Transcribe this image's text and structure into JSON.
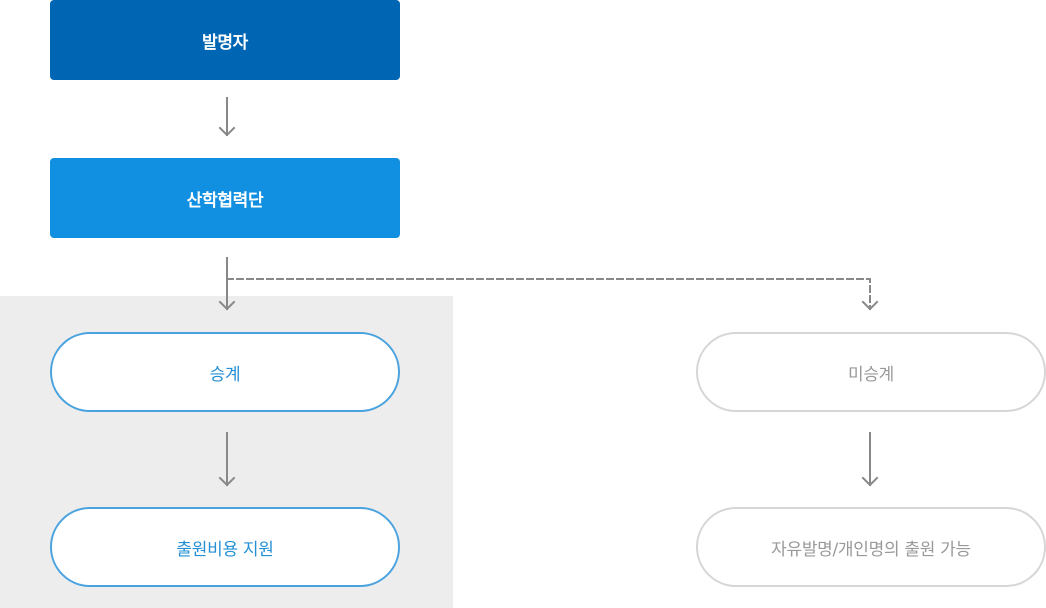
{
  "colors": {
    "dark_blue": "#0066b3",
    "light_blue": "#118fe0",
    "active_border": "#4aa3df",
    "active_text": "#2590d6",
    "inactive_border": "#d6d6d6",
    "inactive_text": "#999999",
    "arrow": "#888888",
    "shade": "#ededed"
  },
  "nodes": {
    "inventor": "발명자",
    "industry_academic_foundation": "산학협력단",
    "succession": "승계",
    "application_cost_support": "출원비용 지원",
    "non_succession": "미승계",
    "free_invention": "자유발명/개인명의 출원 가능"
  }
}
